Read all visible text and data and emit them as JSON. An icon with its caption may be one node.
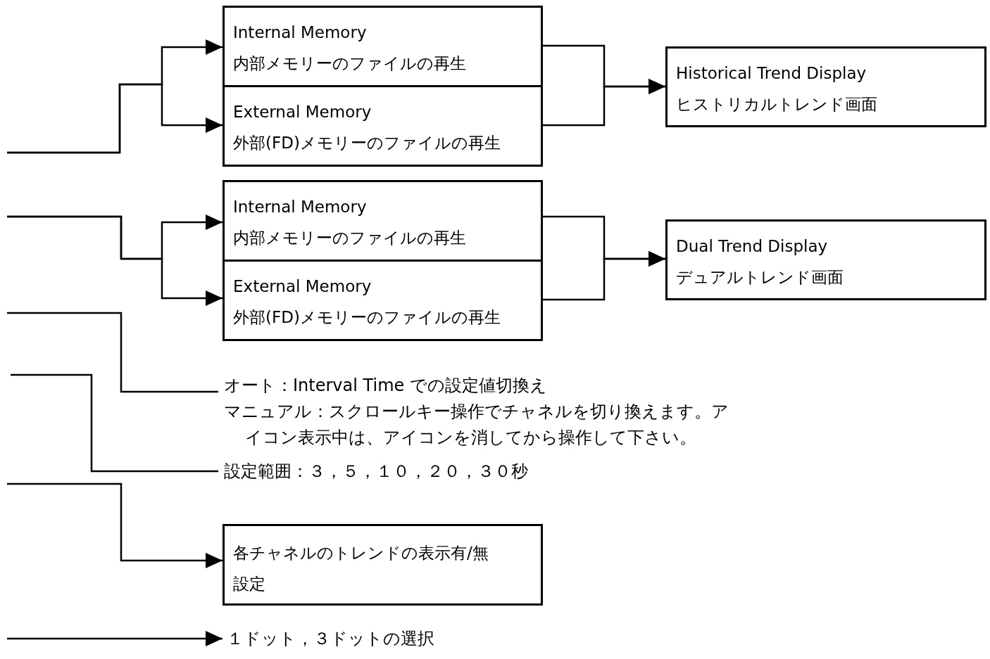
{
  "diagram": {
    "nodes": [
      {
        "text": [
          "Internal Memory",
          "内部メモリーのファイルの再生"
        ]
      },
      {
        "text": [
          "External Memory",
          "外部(FD)メモリーのファイルの再生"
        ]
      },
      {
        "text": [
          "Historical Trend Display",
          "ヒストリカルトレンド画面"
        ]
      },
      {
        "text": [
          "Internal Memory",
          "内部メモリーのファイルの再生"
        ]
      },
      {
        "text": [
          "External Memory",
          "外部(FD)メモリーのファイルの再生"
        ]
      },
      {
        "text": [
          "Dual Trend Display",
          "デュアルトレンド画面"
        ]
      },
      {
        "text": [
          "オート：Interval Time での設定値切換え",
          "マニュアル：スクロールキー操作でチャネルを切り換えます。アイコン表示中は、アイコンを消してから操作して下さい。"
        ]
      },
      {
        "text": [
          "設定範囲：３，５，１０，２０，３０秒"
        ]
      },
      {
        "text": [
          "各チャネルのトレンドの表示有/無設定"
        ]
      },
      {
        "text": [
          "１ドット，３ドットの選択"
        ]
      }
    ],
    "edges": [
      {
        "from": null,
        "to": 0,
        "arrow": "to"
      },
      {
        "from": null,
        "to": 1,
        "arrow": "to"
      },
      {
        "from": 0,
        "to": 2,
        "arrow": "to"
      },
      {
        "from": 1,
        "to": 2,
        "arrow": "to"
      },
      {
        "from": null,
        "to": 3,
        "arrow": "to"
      },
      {
        "from": null,
        "to": 4,
        "arrow": "to"
      },
      {
        "from": 3,
        "to": 5,
        "arrow": "to"
      },
      {
        "from": 4,
        "to": 5,
        "arrow": "to"
      },
      {
        "from": null,
        "to": 6,
        "arrow": "none"
      },
      {
        "from": null,
        "to": 7,
        "arrow": "none"
      },
      {
        "from": null,
        "to": 8,
        "arrow": "to"
      },
      {
        "from": null,
        "to": 9,
        "arrow": "to"
      }
    ]
  }
}
